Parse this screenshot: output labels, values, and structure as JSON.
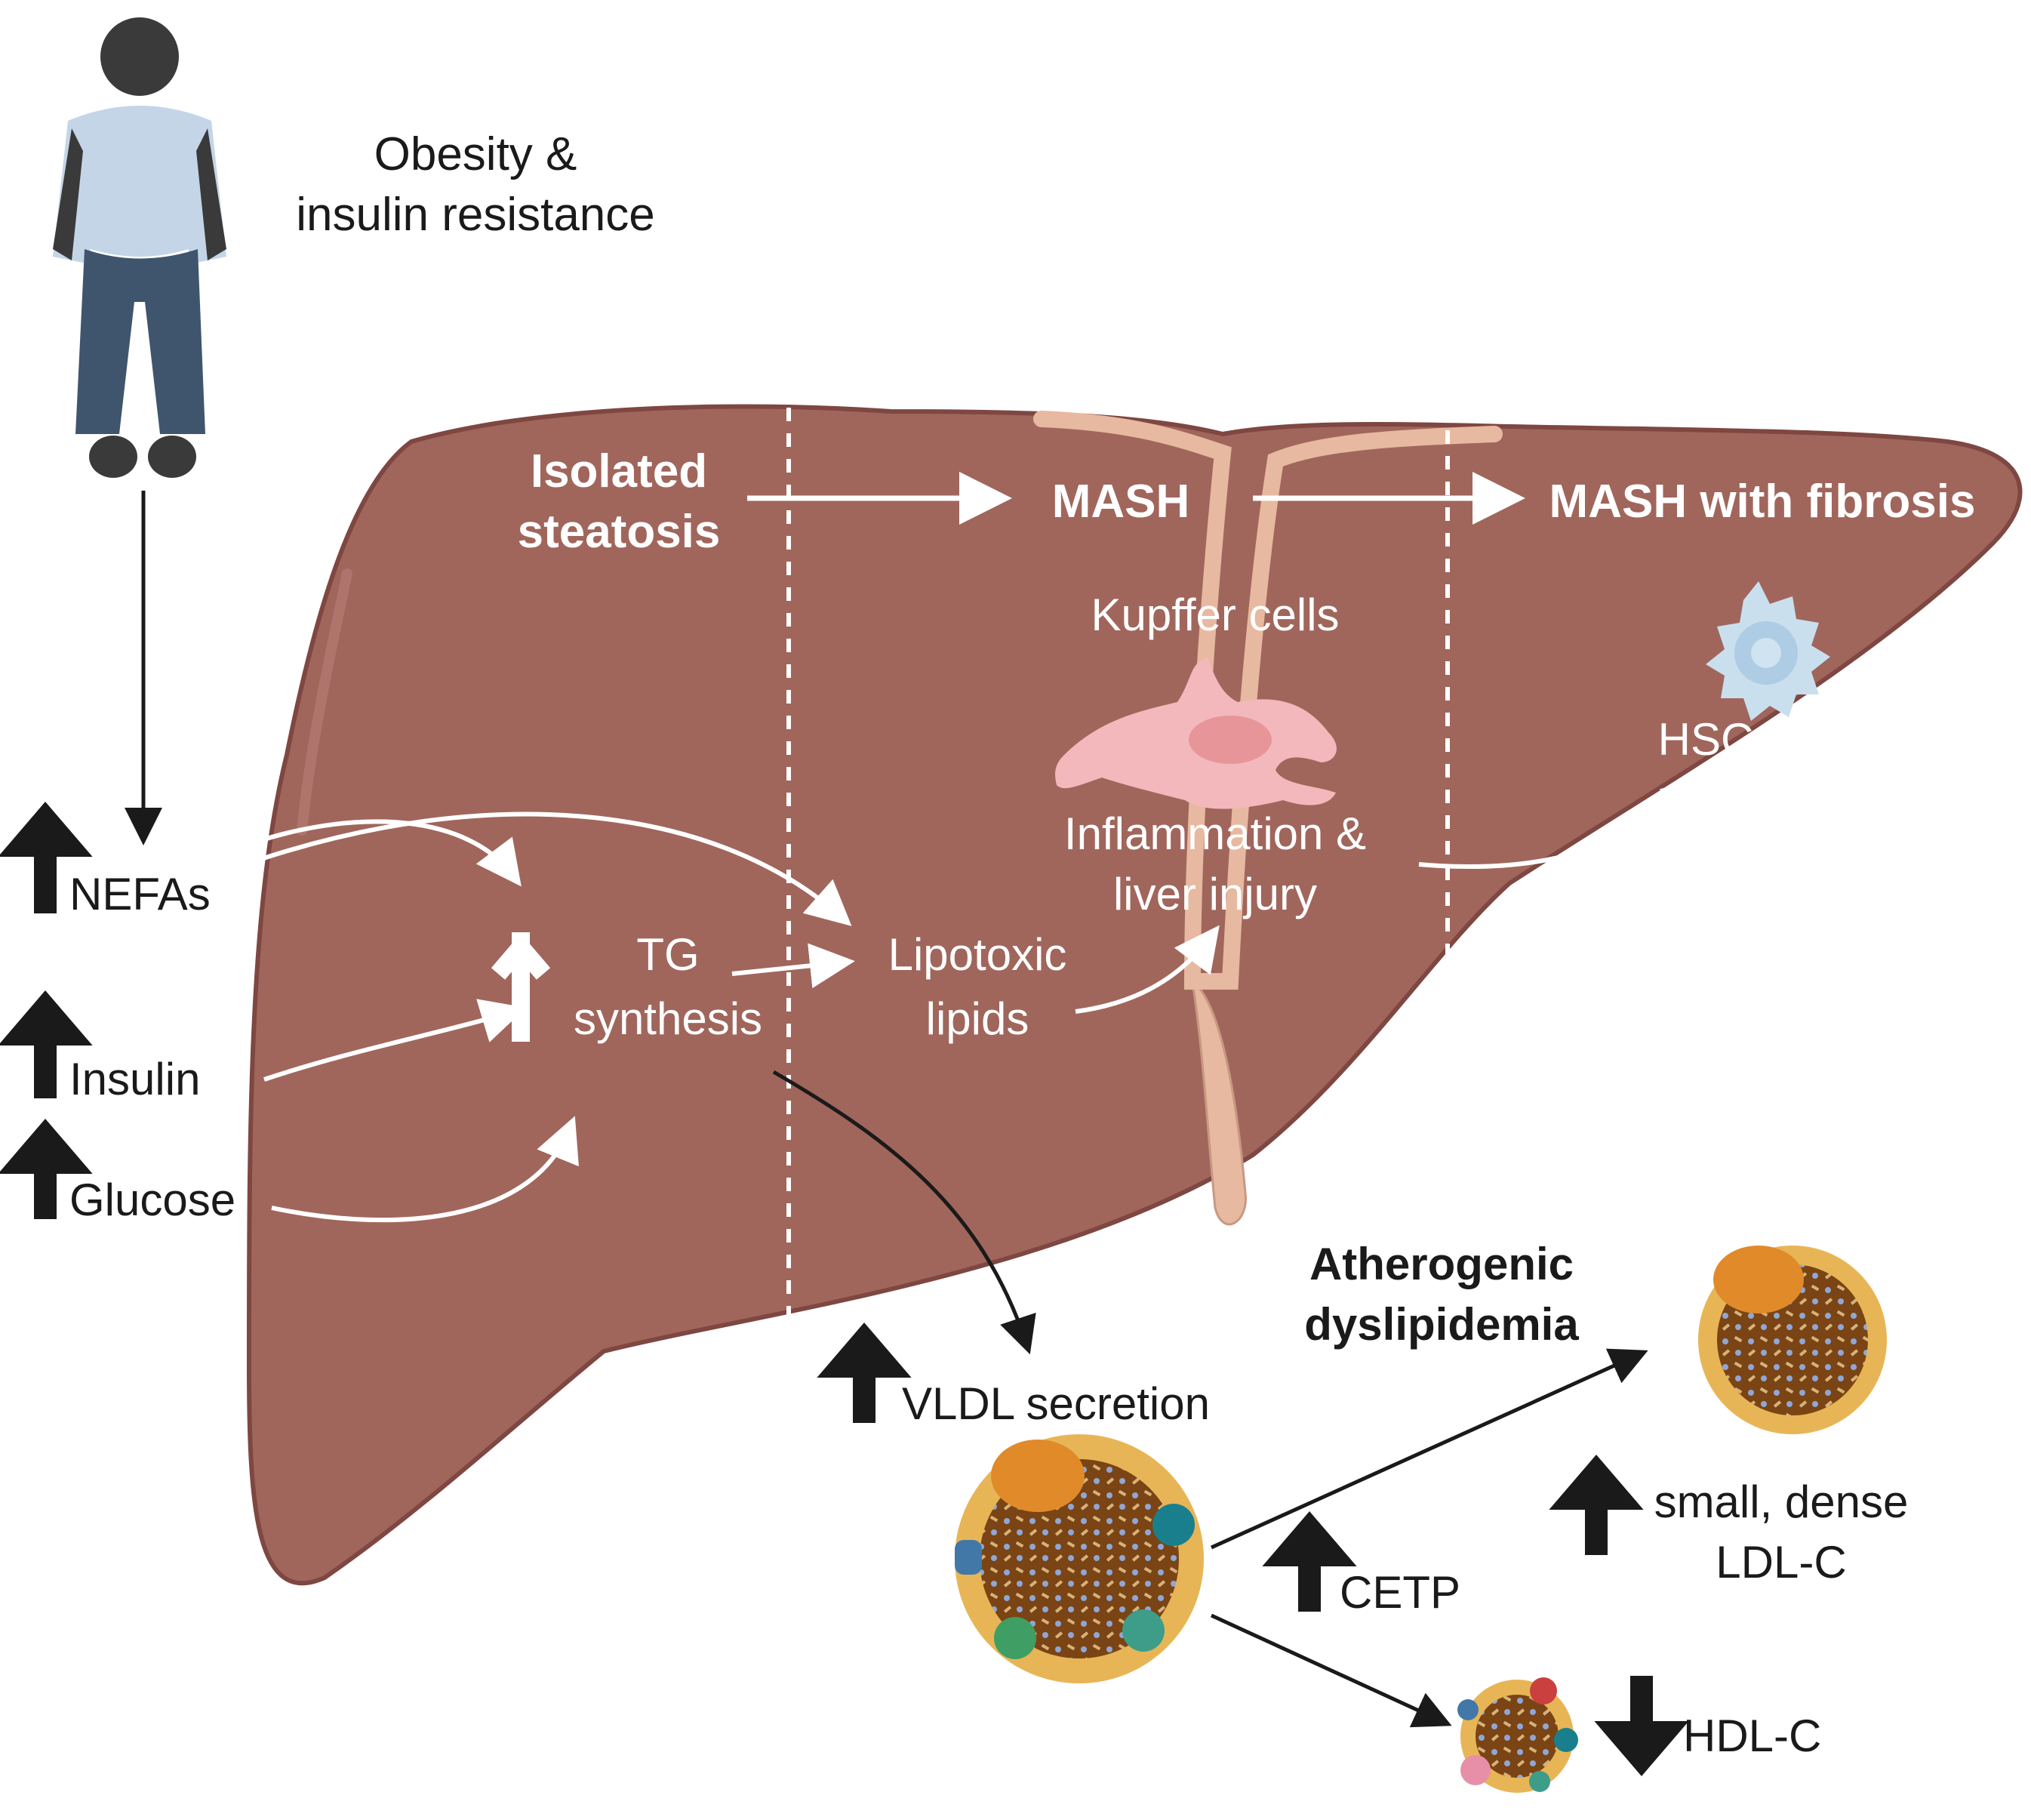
{
  "labels": {
    "obesity_line1": "Obesity  &",
    "obesity_line2": "insulin resistance",
    "isolated_line1": "Isolated",
    "isolated_line2": "steatosis",
    "mash": "MASH",
    "mash_fibrosis": "MASH with fibrosis",
    "kupffer": "Kupffer cells",
    "hsc": "HSC",
    "inflammation_line1": "Inflammation  &",
    "inflammation_line2": "liver injury",
    "tg_line1": "TG",
    "tg_line2": "synthesis",
    "lipotoxic_line1": "Lipotoxic",
    "lipotoxic_line2": "lipids",
    "nefas": "NEFAs",
    "insulin": "Insulin",
    "glucose": "Glucose",
    "vldl": "VLDL secretion",
    "athero_line1": "Atherogenic",
    "athero_line2": "dyslipidemia",
    "cetp": "CETP",
    "ldl_line1": "small, dense",
    "ldl_line2": "LDL-C",
    "hdl": "HDL-C"
  },
  "colors": {
    "liver": "#a0665c",
    "liver_dark": "#7e4741",
    "ligament": "#e7b9a0",
    "kupffer": "#f3b8bb",
    "hsc": "#c9dfee",
    "person_shirt": "#c5d5e8",
    "person_pants": "#3f556e",
    "person_skin": "#3a3a3a"
  },
  "icons": {
    "person": "person-icon",
    "kupffer": "kupffer-cell-icon",
    "hsc": "stellate-cell-icon",
    "vldl": "vldl-particle-icon",
    "ldl": "ldl-particle-icon",
    "hdl": "hdl-particle-icon",
    "up": "up-arrow-icon",
    "down": "down-arrow-icon"
  }
}
